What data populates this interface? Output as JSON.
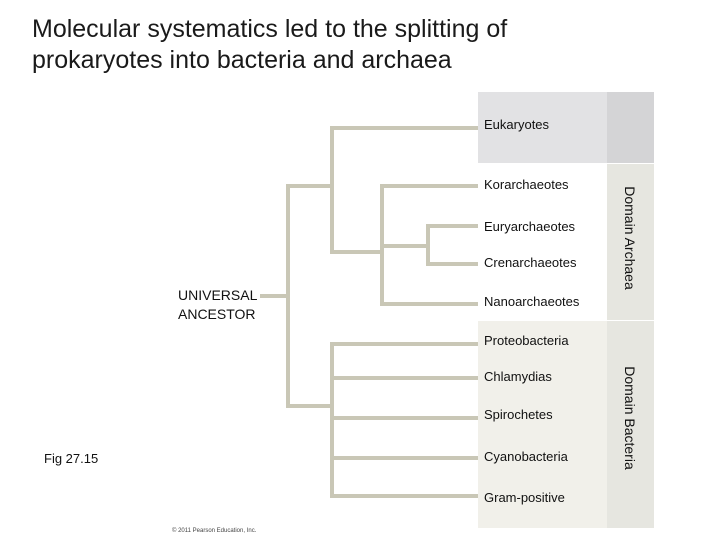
{
  "title": "Molecular systematics led to the splitting of prokaryotes into bacteria and archaea",
  "tree": {
    "root_label": "UNIVERSAL ANCESTOR",
    "root_label_line1": "UNIVERSAL",
    "root_label_line2": "ANCESTOR",
    "branch_color": "#c9c7b6",
    "eukaryotes": "Eukaryotes",
    "archaea_taxa": [
      "Korarchaeotes",
      "Euryarchaeotes",
      "Crenarchaeotes",
      "Nanoarchaeotes"
    ],
    "bacteria_taxa": [
      "Proteobacteria",
      "Chlamydias",
      "Spirochetes",
      "Cyanobacteria",
      "Gram-positive"
    ]
  },
  "domains": {
    "archaea": "Domain Archaea",
    "bacteria": "Domain Bacteria"
  },
  "figure_label": "Fig 27.15",
  "copyright": "© 2011 Pearson Education, Inc."
}
